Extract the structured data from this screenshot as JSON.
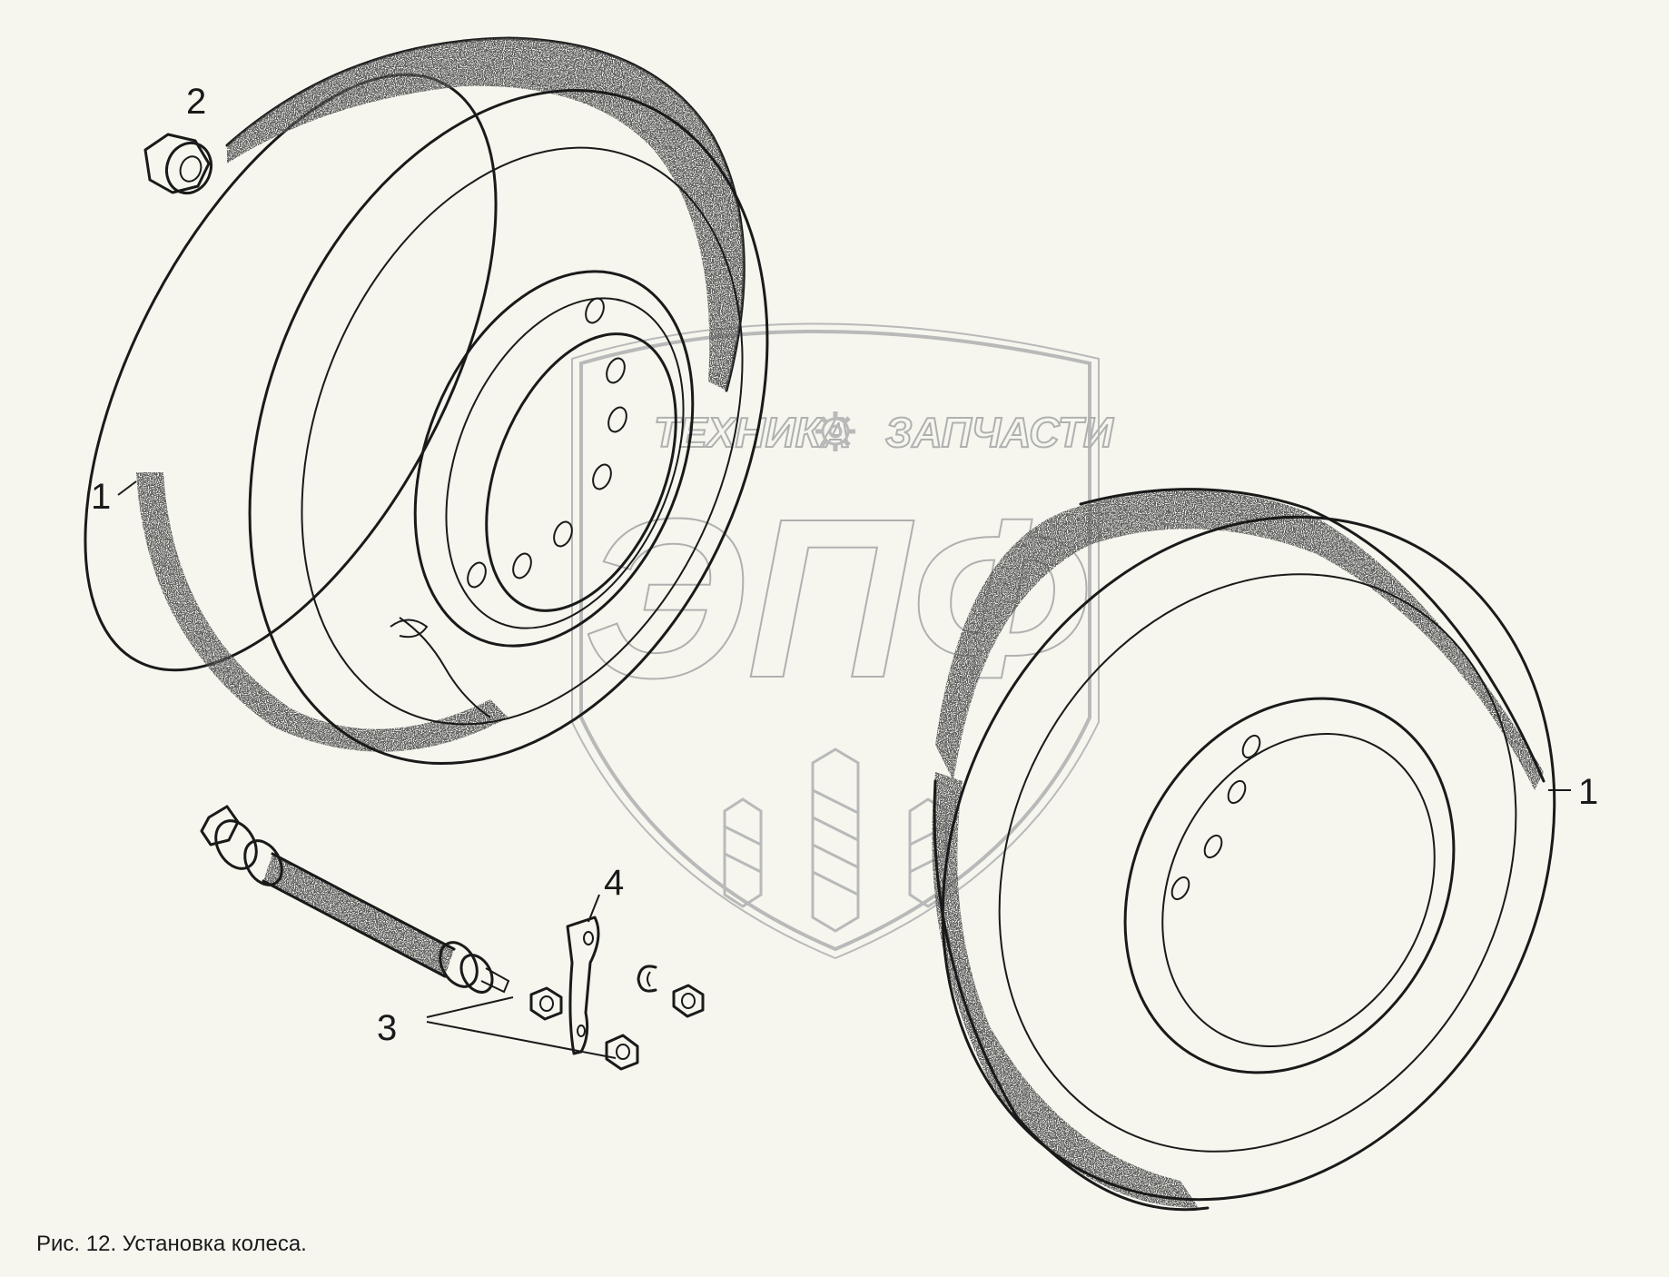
{
  "caption": "Рис. 12. Установка колеса.",
  "watermark": {
    "left_text": "ТЕХНИКА",
    "right_text": "ЗАПЧАСТИ",
    "monogram": "ЭПФ",
    "gear_icon": "gear-icon",
    "color": "#b9b9b9"
  },
  "callouts": {
    "tire_left": "1",
    "tire_right": "1",
    "wheel_nut": "2",
    "valve_parts": "3",
    "bracket": "4"
  },
  "colors": {
    "ink": "#1a1a1a",
    "paper": "#f6f6ef"
  }
}
